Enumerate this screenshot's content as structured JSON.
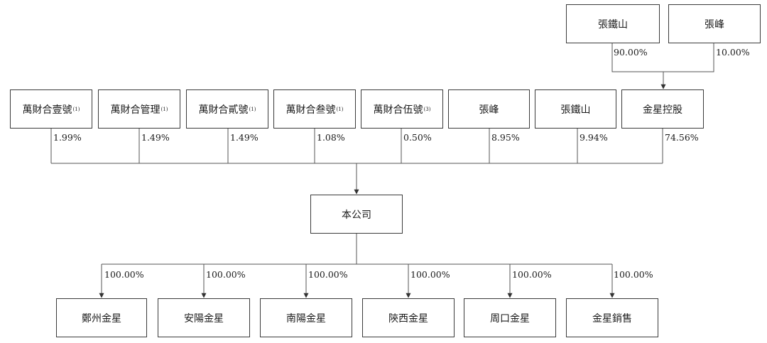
{
  "top_owners": [
    {
      "name": "張鐵山",
      "pct": "90.00%"
    },
    {
      "name": "張峰",
      "pct": "10.00%"
    }
  ],
  "shareholders": [
    {
      "name": "萬財合壹號",
      "note": "(1)",
      "pct": "1.99%"
    },
    {
      "name": "萬財合管理",
      "note": "(1)",
      "pct": "1.49%"
    },
    {
      "name": "萬財合貳號",
      "note": "(1)",
      "pct": "1.49%"
    },
    {
      "name": "萬財合叁號",
      "note": "(1)",
      "pct": "1.08%"
    },
    {
      "name": "萬財合伍號",
      "note": "(3)",
      "pct": "0.50%"
    },
    {
      "name": "張峰",
      "note": "",
      "pct": "8.95%"
    },
    {
      "name": "張鐵山",
      "note": "",
      "pct": "9.94%"
    },
    {
      "name": "金星控股",
      "note": "",
      "pct": "74.56%"
    }
  ],
  "company": {
    "name": "本公司"
  },
  "subsidiaries": [
    {
      "name": "鄭州金星",
      "pct": "100.00%"
    },
    {
      "name": "安陽金星",
      "pct": "100.00%"
    },
    {
      "name": "南陽金星",
      "pct": "100.00%"
    },
    {
      "name": "陝西金星",
      "pct": "100.00%"
    },
    {
      "name": "周口金星",
      "pct": "100.00%"
    },
    {
      "name": "金星銷售",
      "pct": "100.00%"
    }
  ]
}
